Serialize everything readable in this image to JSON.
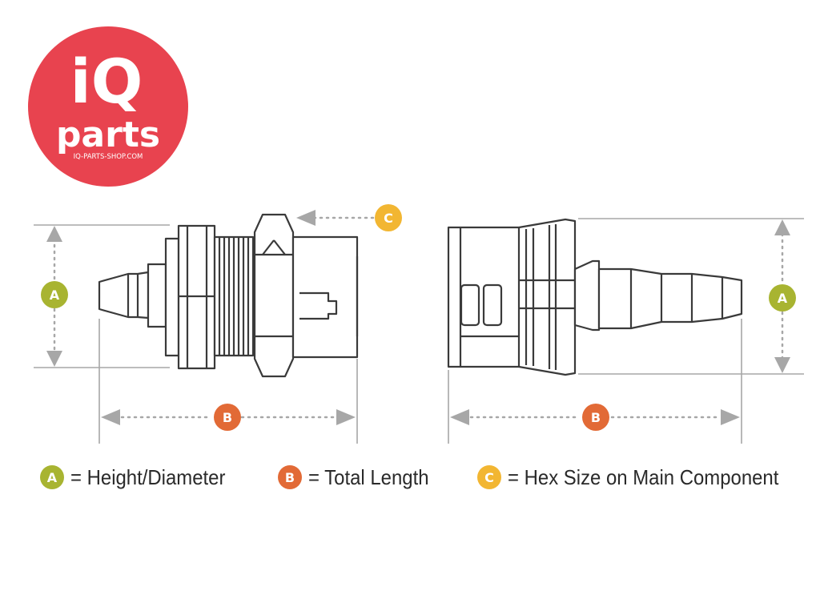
{
  "logo": {
    "brand_iq": "iQ",
    "brand_parts": "parts",
    "url_text": "IQ-PARTS-SHOP.COM",
    "color": "#e8434f"
  },
  "markers": {
    "a": {
      "letter": "A",
      "color": "#a8b431"
    },
    "b": {
      "letter": "B",
      "color": "#e26a36"
    },
    "c": {
      "letter": "C",
      "color": "#f2b632"
    }
  },
  "legend": {
    "a_text": "= Height/Diameter",
    "b_text": "= Total Length",
    "c_text": "= Hex Size on Main Component"
  },
  "colors": {
    "outline": "#3a3a3a",
    "dimension": "#a7a7a7"
  }
}
